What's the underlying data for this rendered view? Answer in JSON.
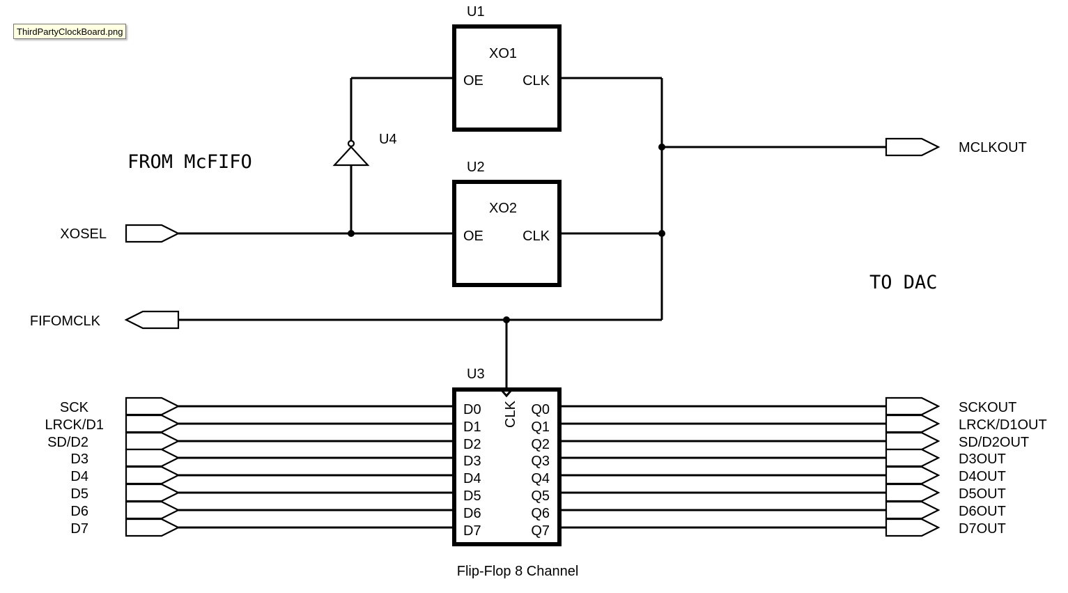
{
  "tooltip": "ThirdPartyClockBoard.png",
  "notes": {
    "from": "FROM McFIFO",
    "to": "TO DAC"
  },
  "u1": {
    "ref": "U1",
    "name": "XO1",
    "pin_oe": "OE",
    "pin_clk": "CLK"
  },
  "u2": {
    "ref": "U2",
    "name": "XO2",
    "pin_oe": "OE",
    "pin_clk": "CLK"
  },
  "u4": {
    "ref": "U4"
  },
  "u3": {
    "ref": "U3",
    "pin_clk": "CLK",
    "caption": "Flip-Flop 8 Channel",
    "d_pins": [
      "D0",
      "D1",
      "D2",
      "D3",
      "D4",
      "D5",
      "D6",
      "D7"
    ],
    "q_pins": [
      "Q0",
      "Q1",
      "Q2",
      "Q3",
      "Q4",
      "Q5",
      "Q6",
      "Q7"
    ]
  },
  "ports": {
    "xosel": "XOSEL",
    "fifomclk": "FIFOMCLK",
    "mclkout": "MCLKOUT",
    "inputs": [
      "SCK",
      "LRCK/D1",
      "SD/D2",
      "D3",
      "D4",
      "D5",
      "D6",
      "D7"
    ],
    "outputs": [
      "SCKOUT",
      "LRCK/D1OUT",
      "SD/D2OUT",
      "D3OUT",
      "D4OUT",
      "D5OUT",
      "D6OUT",
      "D7OUT"
    ]
  }
}
